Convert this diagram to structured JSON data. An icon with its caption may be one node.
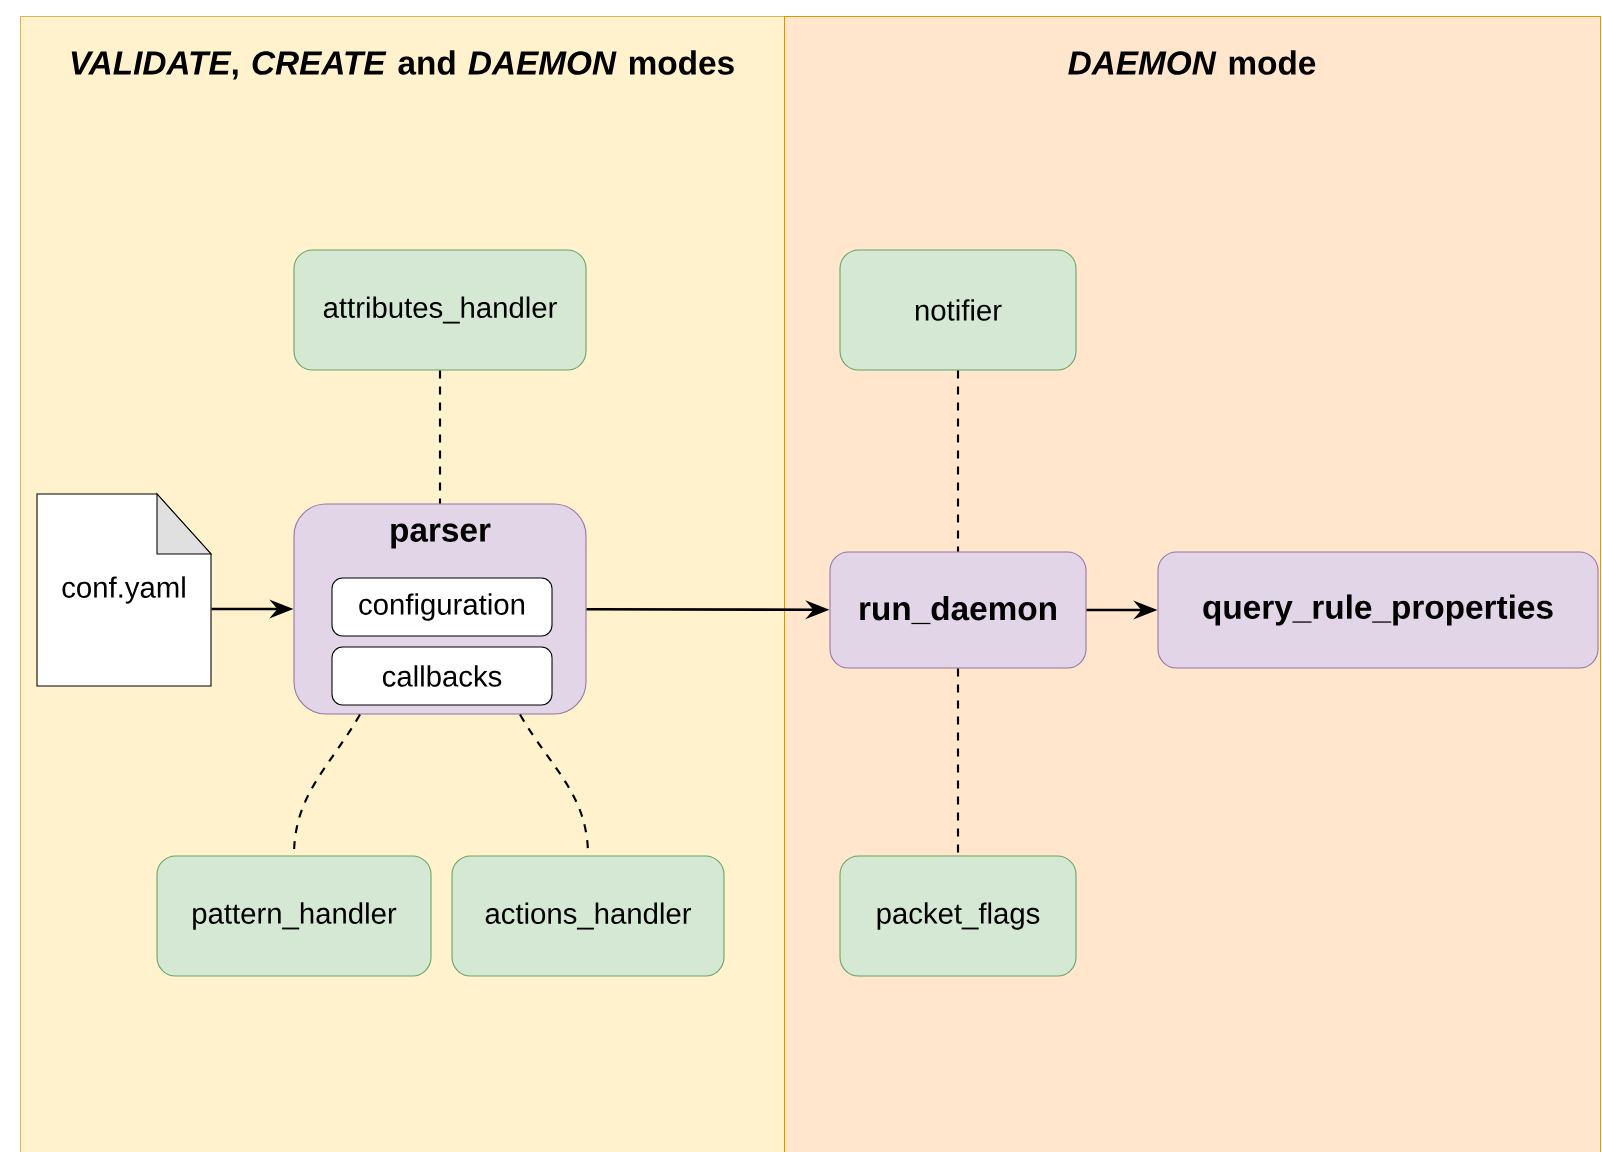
{
  "diagram": {
    "nodes": [
      {
        "text": [
          "*VALIDATE*, *CREATE* and *DAEMON* modes"
        ]
      },
      {
        "text": [
          "*DAEMON* mode"
        ]
      },
      {
        "text": [
          "attributes_handler"
        ],
        "in": 0
      },
      {
        "text": [
          "conf.yaml"
        ],
        "in": 0
      },
      {
        "text": [
          "parser"
        ],
        "in": 0
      },
      {
        "text": [
          "configuration"
        ],
        "in": 4
      },
      {
        "text": [
          "callbacks"
        ],
        "in": 4
      },
      {
        "text": [
          "pattern_handler"
        ],
        "in": 0
      },
      {
        "text": [
          "actions_handler"
        ],
        "in": 0
      },
      {
        "text": [
          "notifier"
        ],
        "in": 1
      },
      {
        "text": [
          "run_daemon"
        ],
        "in": 1
      },
      {
        "text": [
          "query_rule_properties"
        ],
        "in": 1
      },
      {
        "text": [
          "packet_flags"
        ],
        "in": 1
      }
    ],
    "edges": [
      {
        "from": 3,
        "to": 4,
        "arrow": "to"
      },
      {
        "from": 4,
        "to": 10,
        "arrow": "to"
      },
      {
        "from": 10,
        "to": 11,
        "arrow": "to"
      },
      {
        "from": 2,
        "to": 4,
        "arrow": "none",
        "style": "dashed"
      },
      {
        "from": 4,
        "to": 7,
        "arrow": "none",
        "style": "dashed"
      },
      {
        "from": 4,
        "to": 8,
        "arrow": "none",
        "style": "dashed"
      },
      {
        "from": 9,
        "to": 10,
        "arrow": "none",
        "style": "dashed"
      },
      {
        "from": 10,
        "to": 12,
        "arrow": "none",
        "style": "dashed"
      }
    ]
  }
}
